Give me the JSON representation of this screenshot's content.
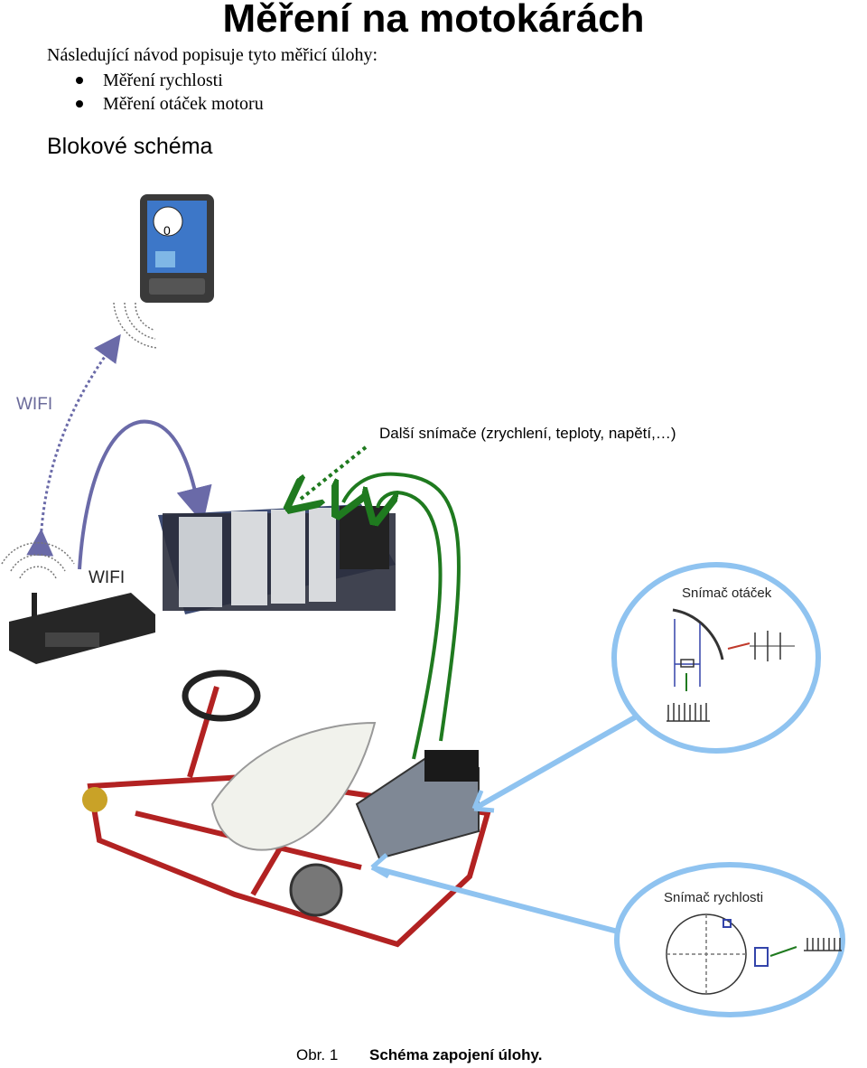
{
  "title": "Měření na motokárách",
  "intro": "Následující návod popisuje tyto měřicí úlohy:",
  "tasks": [
    "Měření rychlosti",
    "Měření otáček motoru"
  ],
  "section_heading": "Blokové schéma",
  "diagram": {
    "wifi_top": "WIFI",
    "wifi_router": "WIFI",
    "other_sensors": "Další snímače (zrychlení, teploty, napětí,…)",
    "pda_screen_value": "0",
    "rpm_sensor_title": "Snímač otáček",
    "speed_sensor_title": "Snímač rychlosti",
    "colors": {
      "wifi_link": "#6a6aa8",
      "cable": "#1f7a1f",
      "callout": "#8fc3f0",
      "frame": "#b22222"
    }
  },
  "caption": {
    "number": "Obr. 1",
    "text": "Schéma zapojení úlohy."
  }
}
